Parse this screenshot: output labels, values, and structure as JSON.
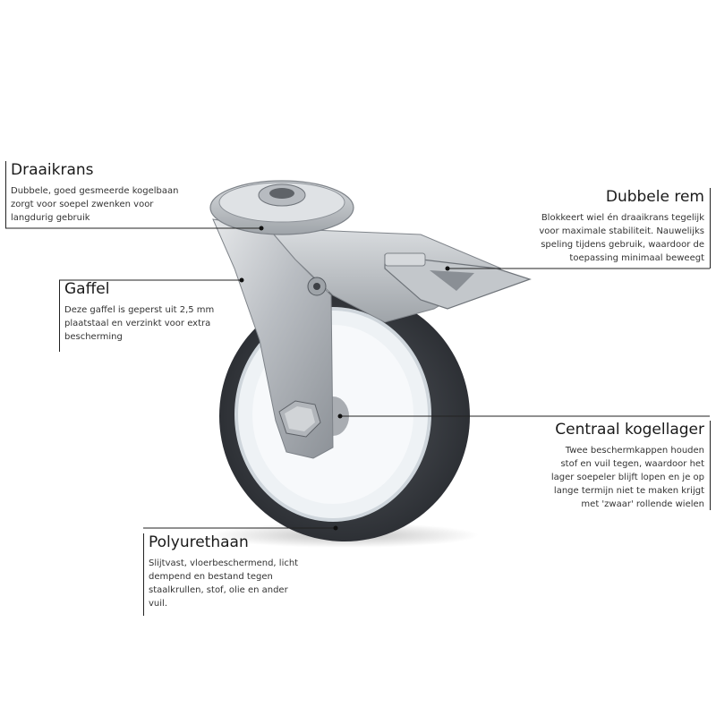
{
  "callouts": {
    "draaikrans": {
      "title": "Draaikrans",
      "text": "Dubbele, goed gesmeerde kogelbaan zorgt voor soepel zwenken voor langdurig gebruik"
    },
    "dubbele_rem": {
      "title": "Dubbele rem",
      "text": "Blokkeert wiel én draaikrans tegelijk voor maximale stabiliteit. Nauwelijks speling tijdens gebruik, waardoor de toepassing minimaal beweegt"
    },
    "gaffel": {
      "title": "Gaffel",
      "text": "Deze gaffel is geperst uit 2,5 mm plaatstaal en verzinkt voor extra bescherming"
    },
    "centraal_kogellager": {
      "title": "Centraal kogellager",
      "text": "Twee beschermkappen houden stof en vuil tegen, waardoor het lager soepeler blijft lopen en je op lange termijn niet te maken krijgt met 'zwaar' rollende wielen"
    },
    "polyurethaan": {
      "title": "Polyurethaan",
      "text": "Slijtvast, vloerbeschermend, licht dempend en bestand tegen staalkrullen, stof, olie en ander vuil."
    }
  },
  "colors": {
    "tire": "#3a3d42",
    "rim": "#e9eef2",
    "steel": "#c9ccd0",
    "line": "#222222"
  }
}
